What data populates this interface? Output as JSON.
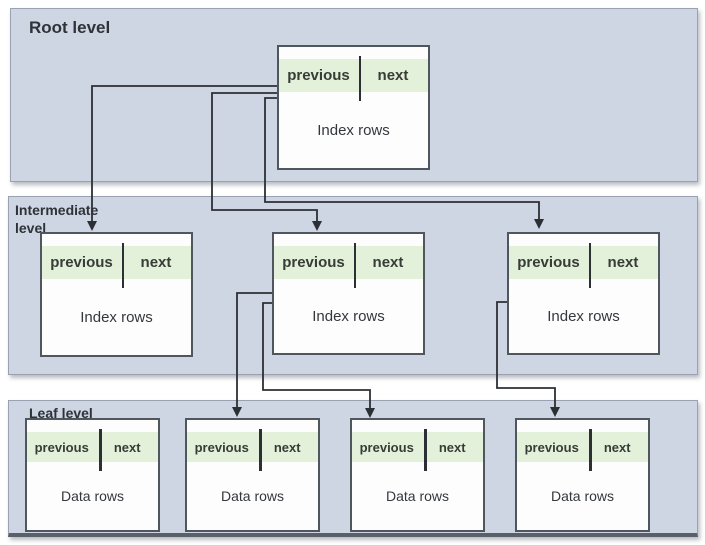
{
  "colors": {
    "band_bg": "#cfd6e3",
    "band_border": "#9aa2b1",
    "node_border": "#50565e",
    "node_bg": "#fdfdfe",
    "header_bg": "#e3f0da",
    "line": "#2c3034",
    "text": "#33373b"
  },
  "levels": [
    {
      "label": "Root level",
      "nodes": [
        {
          "header_left": "previous",
          "header_right": "next",
          "body": "Index rows"
        }
      ]
    },
    {
      "label": "Intermediate level",
      "nodes": [
        {
          "header_left": "previous",
          "header_right": "next",
          "body": "Index rows"
        },
        {
          "header_left": "previous",
          "header_right": "next",
          "body": "Index rows"
        },
        {
          "header_left": "previous",
          "header_right": "next",
          "body": "Index rows"
        }
      ]
    },
    {
      "label": "Leaf level",
      "nodes": [
        {
          "header_left": "previous",
          "header_right": "next",
          "body": "Data rows"
        },
        {
          "header_left": "previous",
          "header_right": "next",
          "body": "Data rows"
        },
        {
          "header_left": "previous",
          "header_right": "next",
          "body": "Data rows"
        },
        {
          "header_left": "previous",
          "header_right": "next",
          "body": "Data rows"
        }
      ]
    }
  ]
}
